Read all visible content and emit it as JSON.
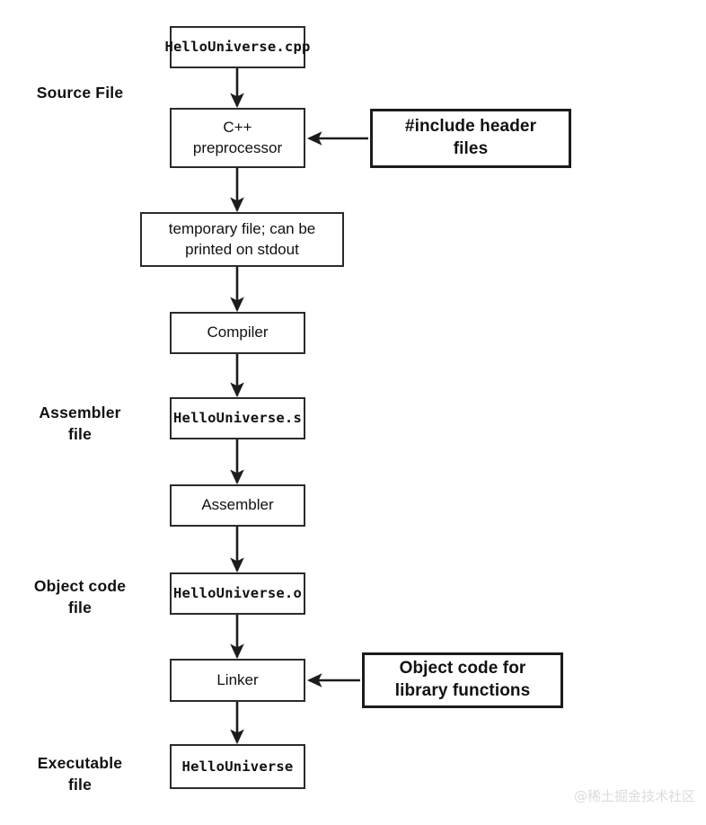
{
  "diagram": {
    "title": "C++ compilation pipeline",
    "stage_labels": [
      {
        "name": "source-file",
        "text": "Source File"
      },
      {
        "name": "assembler-file",
        "text": "Assembler\nfile"
      },
      {
        "name": "object-code-file",
        "text": "Object code\nfile"
      },
      {
        "name": "executable-file",
        "text": "Executable\nfile"
      }
    ],
    "nodes": [
      {
        "name": "node-hellouniverse-cpp",
        "text": "HelloUniverse.cpp",
        "style": "mono"
      },
      {
        "name": "node-cpp-preprocessor",
        "text": "C++\npreprocessor",
        "style": "sans"
      },
      {
        "name": "node-temporary-file",
        "text": "temporary file; can be\nprinted on stdout",
        "style": "sans"
      },
      {
        "name": "node-compiler",
        "text": "Compiler",
        "style": "sans"
      },
      {
        "name": "node-hellouniverse-s",
        "text": "HelloUniverse.s",
        "style": "mono"
      },
      {
        "name": "node-assembler",
        "text": "Assembler",
        "style": "sans"
      },
      {
        "name": "node-hellouniverse-o",
        "text": "HelloUniverse.o",
        "style": "mono"
      },
      {
        "name": "node-linker",
        "text": "Linker",
        "style": "sans"
      },
      {
        "name": "node-hellouniverse-exe",
        "text": "HelloUniverse",
        "style": "mono"
      }
    ],
    "side_nodes": [
      {
        "name": "node-include-header-files",
        "text": "#include header\nfiles",
        "style": "side"
      },
      {
        "name": "node-object-code-library",
        "text": "Object code for\nlibrary functions",
        "style": "side"
      }
    ],
    "colors": {
      "box_border": "#2b2b2b",
      "side_box_border": "#1c1c1c",
      "arrow": "#1c1c1c",
      "text": "#111111",
      "background": "#ffffff",
      "watermark": "#dcdcdc"
    }
  },
  "watermark": {
    "text": "@稀土掘金技术社区"
  }
}
